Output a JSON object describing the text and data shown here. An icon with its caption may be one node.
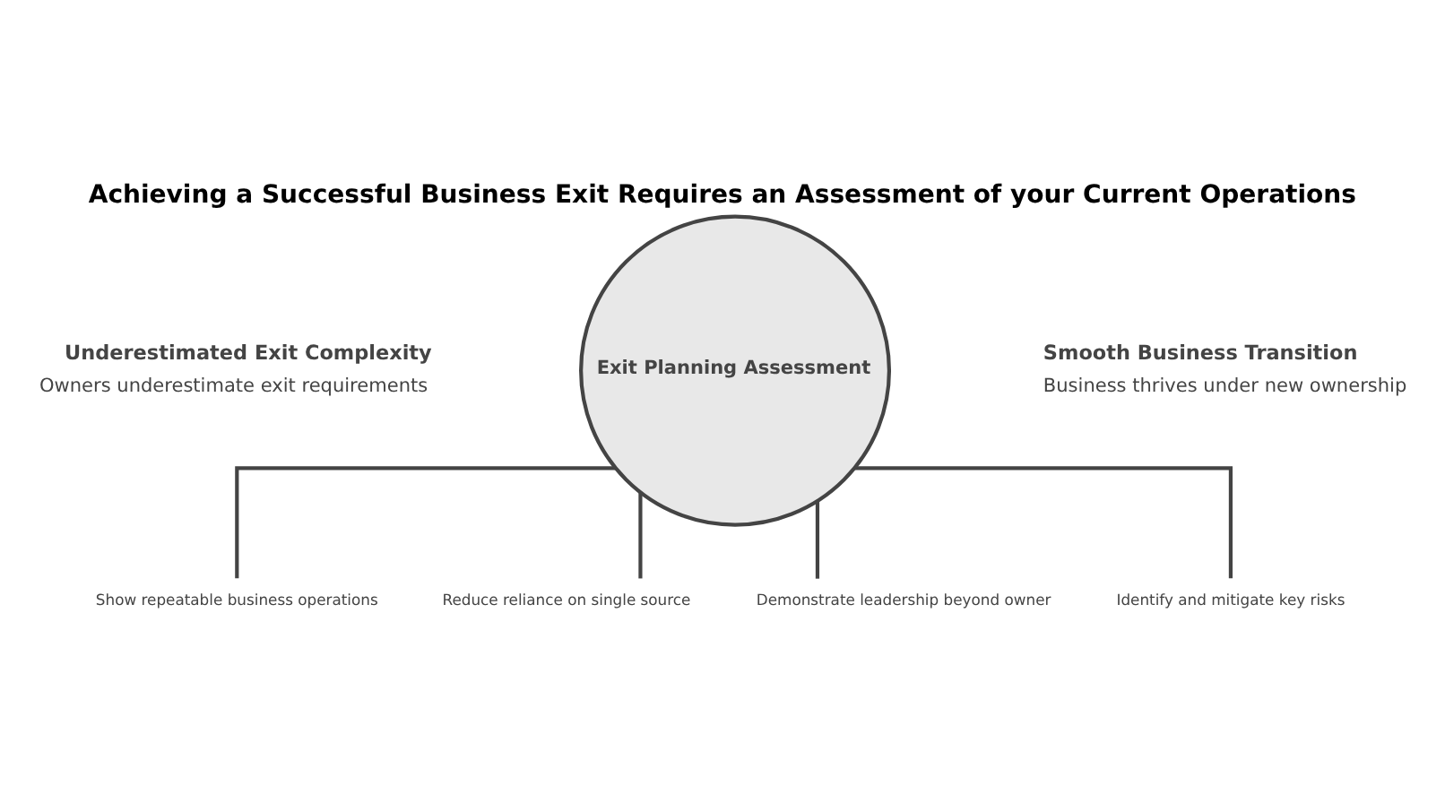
{
  "diagram": {
    "title": "Achieving a Successful Business Exit Requires an Assessment of your Current Operations",
    "nodes": [
      {
        "text": [
          "Exit Planning Assessment"
        ]
      },
      {
        "text": [
          "Underestimated Exit Complexity",
          "Owners underestimate exit requirements"
        ]
      },
      {
        "text": [
          "Smooth Business Transition",
          "Business thrives under new ownership"
        ]
      },
      {
        "text": [
          "Show repeatable business operations"
        ]
      },
      {
        "text": [
          "Reduce reliance on single source"
        ]
      },
      {
        "text": [
          "Demonstrate leadership beyond owner"
        ]
      },
      {
        "text": [
          "Identify and mitigate key risks"
        ]
      }
    ],
    "edges": [
      {
        "from": 0,
        "to": 3,
        "arrow": "none"
      },
      {
        "from": 0,
        "to": 4,
        "arrow": "none"
      },
      {
        "from": 0,
        "to": 5,
        "arrow": "none"
      },
      {
        "from": 0,
        "to": 6,
        "arrow": "none"
      }
    ]
  }
}
